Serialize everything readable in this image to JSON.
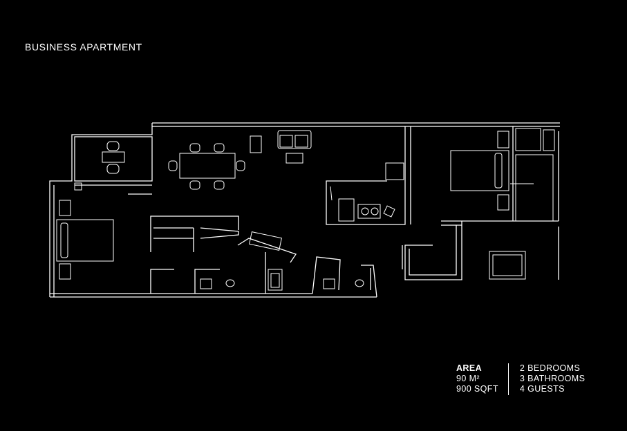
{
  "title": "BUSINESS APARTMENT",
  "info": {
    "area_label": "AREA",
    "area_m2": "90 M²",
    "area_sqft": "900 SQFT",
    "bedrooms": "2 BEDROOMS",
    "bathrooms": "3 BATHROOMS",
    "guests": "4 GUESTS"
  },
  "colors": {
    "background": "#000000",
    "lines": "#ffffff"
  }
}
